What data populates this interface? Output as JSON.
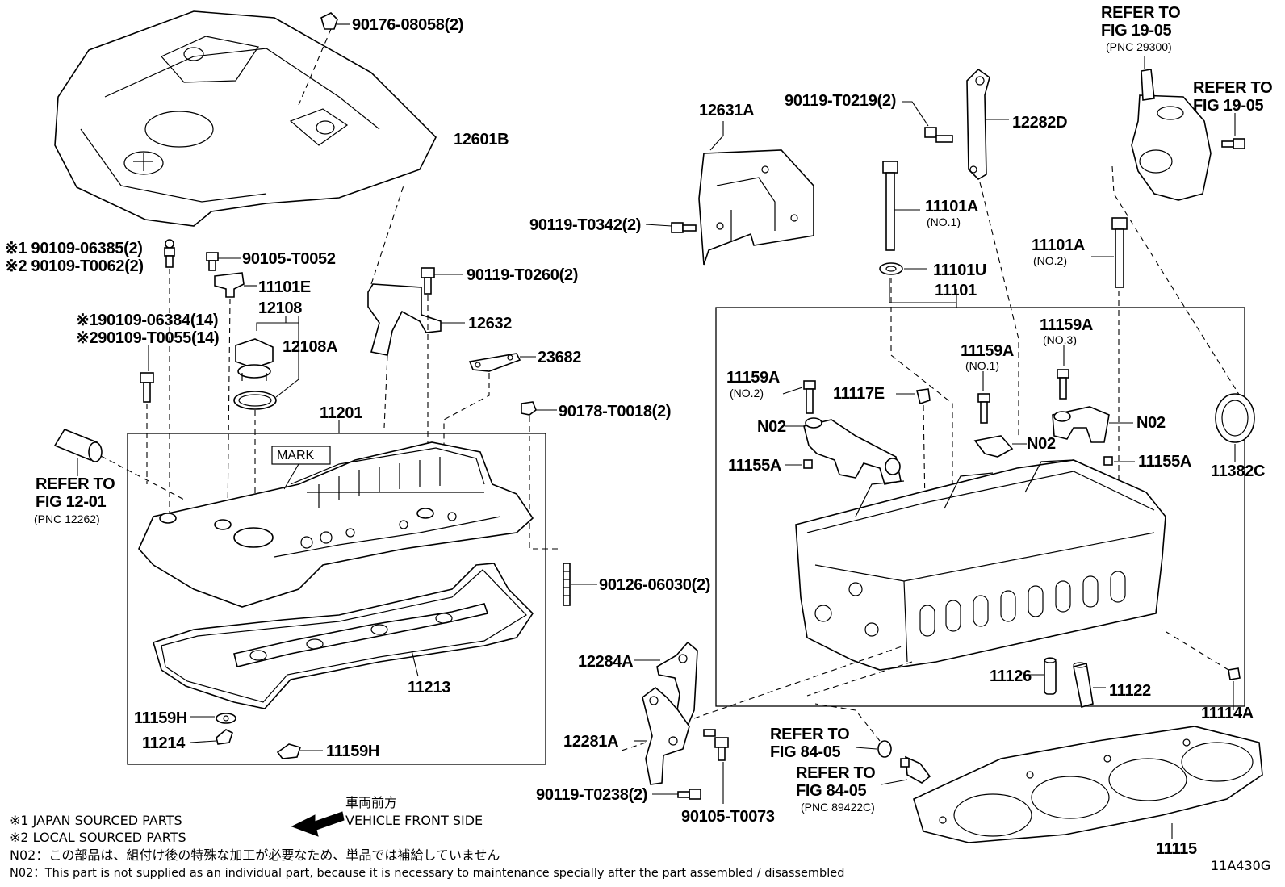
{
  "diagram_code": "11A430G",
  "refer": {
    "fig_19_05_top": [
      "REFER TO",
      "FIG 19-05",
      "(PNC 29300)"
    ],
    "fig_19_05_side": [
      "REFER TO",
      "FIG 19-05"
    ],
    "fig_12_01": [
      "REFER TO",
      "FIG 12-01",
      "(PNC 12262)"
    ],
    "fig_84_05_a": [
      "REFER TO",
      "FIG 84-05"
    ],
    "fig_84_05_b": [
      "REFER TO",
      "FIG 84-05",
      "(PNC 89422C)"
    ]
  },
  "labels": {
    "p90176": "90176-08058(2)",
    "p12601B": "12601B",
    "p90109_06385": "※1 90109-06385(2)",
    "p90109_T0062": "※2 90109-T0062(2)",
    "p90105_T0052": "90105-T0052",
    "p11101E": "11101E",
    "p12108": "12108",
    "p12108A": "12108A",
    "p90109_06384": "※190109-06384(14)",
    "p90109_T0055": "※290109-T0055(14)",
    "p90119_T0260": "90119-T0260(2)",
    "p12632": "12632",
    "p23682": "23682",
    "p11201": "11201",
    "p90178": "90178-T0018(2)",
    "mark": "MARK",
    "p90126": "90126-06030(2)",
    "p11213": "11213",
    "p11159H_a": "11159H",
    "p11214": "11214",
    "p11159H_b": "11159H",
    "p12631A": "12631A",
    "p90119_T0219": "90119-T0219(2)",
    "p12282D": "12282D",
    "p90119_T0342": "90119-T0342(2)",
    "p11101A_1": "11101A",
    "p11101A_1_sub": "(NO.1)",
    "p11101A_2": "11101A",
    "p11101A_2_sub": "(NO.2)",
    "p11101U": "11101U",
    "p11101": "11101",
    "p11159A_2": "11159A",
    "p11159A_2_sub": "(NO.2)",
    "p11159A_1": "11159A",
    "p11159A_1_sub": "(NO.1)",
    "p11159A_3": "11159A",
    "p11159A_3_sub": "(NO.3)",
    "p11117E": "11117E",
    "n02_a": "N02",
    "n02_b": "N02",
    "n02_c": "N02",
    "p11155A_a": "11155A",
    "p11155A_b": "11155A",
    "p11382C": "11382C",
    "p12284A": "12284A",
    "p12281A": "12281A",
    "p90119_T0238": "90119-T0238(2)",
    "p90105_T0073": "90105-T0073",
    "p11126": "11126",
    "p11122": "11122",
    "p11114A": "11114A",
    "p11115": "11115"
  },
  "direction": {
    "jp": "車両前方",
    "en": "VEHICLE FRONT SIDE"
  },
  "notes": [
    "※1 JAPAN SOURCED PARTS",
    "※2 LOCAL SOURCED PARTS",
    "N02：この部品は、組付け後の特殊な加工が必要なため、単品では補給していません",
    "N02：This part is not supplied as an individual part, because it is necessary to maintenance specially after the part assembled / disassembled"
  ]
}
